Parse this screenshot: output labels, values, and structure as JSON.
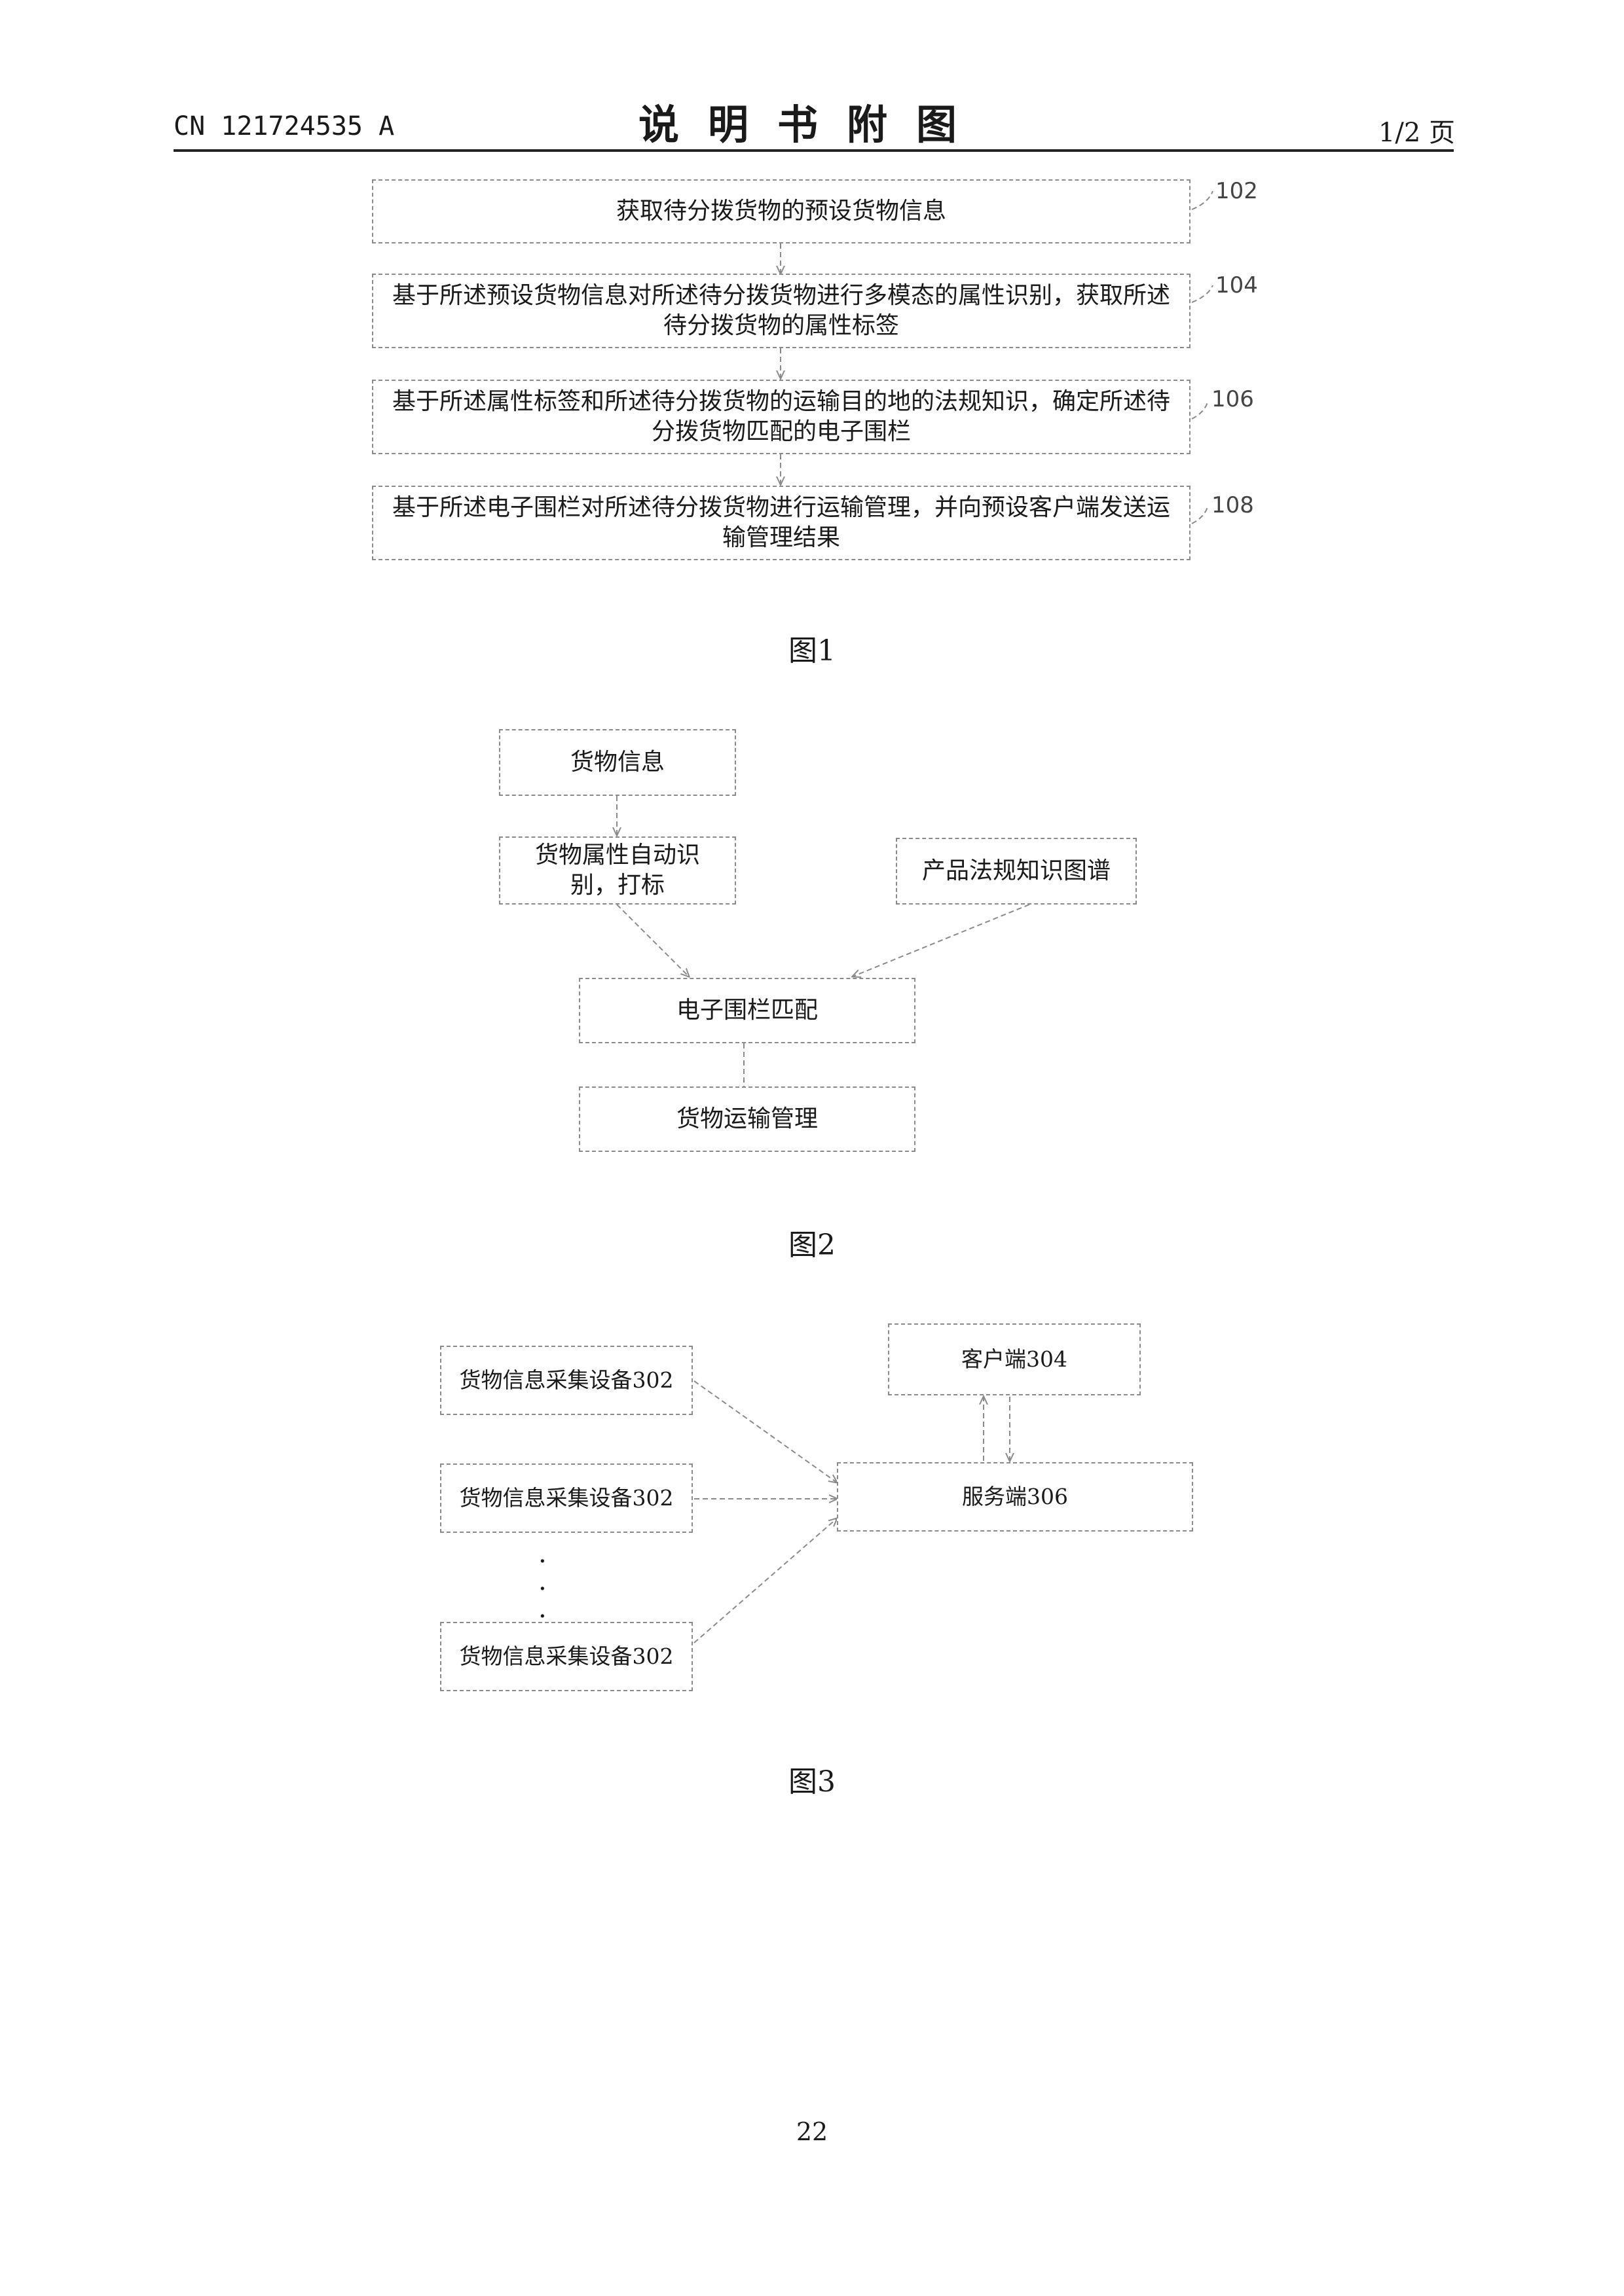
{
  "header": {
    "pub_number": "CN 121724535 A",
    "title": "说明书附图",
    "page_indicator": "1/2 页"
  },
  "fig1": {
    "steps": [
      {
        "ref": "102",
        "text": "获取待分拨货物的预设货物信息"
      },
      {
        "ref": "104",
        "text": "基于所述预设货物信息对所述待分拨货物进行多模态的属性识别，获取所述待分拨货物的属性标签"
      },
      {
        "ref": "106",
        "text": "基于所述属性标签和所述待分拨货物的运输目的地的法规知识，确定所述待分拨货物匹配的电子围栏"
      },
      {
        "ref": "108",
        "text": "基于所述电子围栏对所述待分拨货物进行运输管理，并向预设客户端发送运输管理结果"
      }
    ],
    "caption": "图1"
  },
  "fig2": {
    "cargo_info": "货物信息",
    "attr_recognition": "货物属性自动识别，打标",
    "regulation_graph": "产品法规知识图谱",
    "fence_matching": "电子围栏匹配",
    "transport_mgmt": "货物运输管理",
    "caption": "图2"
  },
  "fig3": {
    "device_label": "货物信息采集设备302",
    "client_label": "客户端304",
    "server_label": "服务端306",
    "caption": "图3"
  },
  "page_number": "22"
}
